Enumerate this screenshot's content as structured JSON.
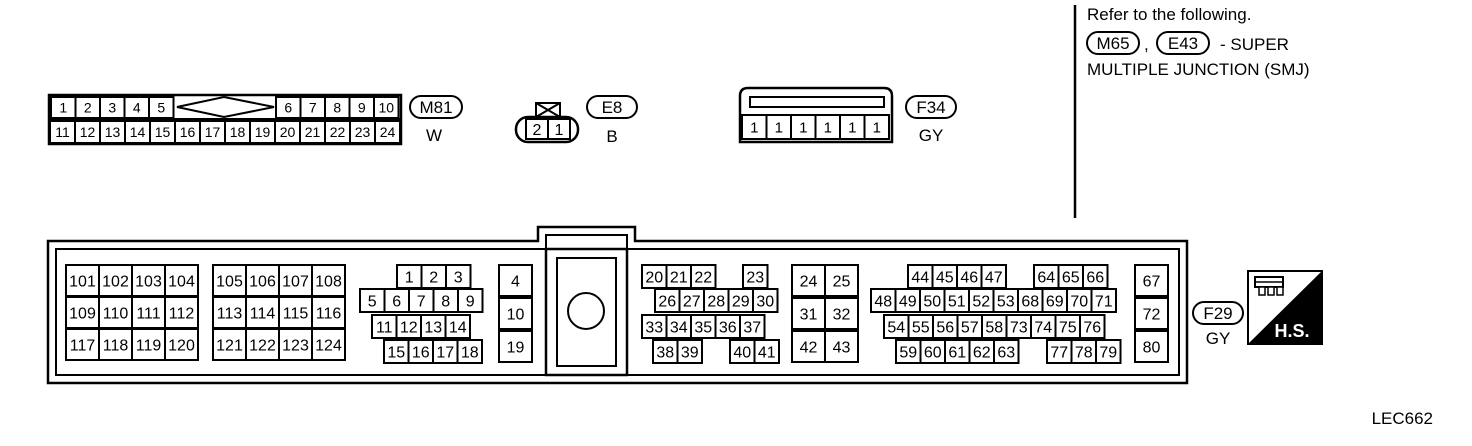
{
  "note": {
    "line1": "Refer to the following.",
    "ref1": "M65",
    "sep": ",",
    "ref2": "E43",
    "line2_tail": "- SUPER",
    "line3": "MULTIPLE JUNCTION (SMJ)"
  },
  "connectors": {
    "m81": {
      "id": "M81",
      "color": "W",
      "top_left": [
        "1",
        "2",
        "3",
        "4",
        "5"
      ],
      "top_right": [
        "6",
        "7",
        "8",
        "9",
        "10"
      ],
      "bottom": [
        "11",
        "12",
        "13",
        "14",
        "15",
        "16",
        "17",
        "18",
        "19",
        "20",
        "21",
        "22",
        "23",
        "24"
      ]
    },
    "e8": {
      "id": "E8",
      "color": "B",
      "pins": [
        "2",
        "1"
      ]
    },
    "f34": {
      "id": "F34",
      "color": "GY",
      "pins": [
        "1",
        "1",
        "1",
        "1",
        "1",
        "1"
      ]
    },
    "f29": {
      "id": "F29",
      "color": "GY",
      "block_a": [
        [
          "101",
          "102",
          "103",
          "104"
        ],
        [
          "109",
          "110",
          "111",
          "112"
        ],
        [
          "117",
          "118",
          "119",
          "120"
        ]
      ],
      "block_b": [
        [
          "105",
          "106",
          "107",
          "108"
        ],
        [
          "113",
          "114",
          "115",
          "116"
        ],
        [
          "121",
          "122",
          "123",
          "124"
        ]
      ],
      "block_c": [
        [
          "1",
          "2",
          "3"
        ],
        [
          "5",
          "6",
          "7",
          "8",
          "9"
        ],
        [
          "11",
          "12",
          "13",
          "14"
        ],
        [
          "15",
          "16",
          "17",
          "18"
        ]
      ],
      "block_d": [
        "4",
        "10",
        "19"
      ],
      "block_e": [
        [
          "20",
          "21",
          "22"
        ],
        [
          "23"
        ],
        [
          "26",
          "27",
          "28",
          "29",
          "30"
        ],
        [
          "33",
          "34",
          "35",
          "36",
          "37"
        ],
        [
          "38",
          "39"
        ],
        [
          "40",
          "41"
        ]
      ],
      "block_f": [
        [
          "24",
          "25"
        ],
        [
          "31",
          "32"
        ],
        [
          "42",
          "43"
        ]
      ],
      "block_g": [
        [
          "44",
          "45",
          "46",
          "47"
        ],
        [
          "64",
          "65",
          "66"
        ],
        [
          "48",
          "49",
          "50",
          "51",
          "52",
          "53",
          "68",
          "69",
          "70",
          "71"
        ],
        [
          "54",
          "55",
          "56",
          "57",
          "58",
          "73",
          "74",
          "75",
          "76"
        ],
        [
          "59",
          "60",
          "61",
          "62",
          "63"
        ],
        [
          "77",
          "78",
          "79"
        ]
      ],
      "block_h": [
        "67",
        "72",
        "80"
      ]
    }
  },
  "hs_label": "H.S.",
  "figure_code": "LEC662"
}
